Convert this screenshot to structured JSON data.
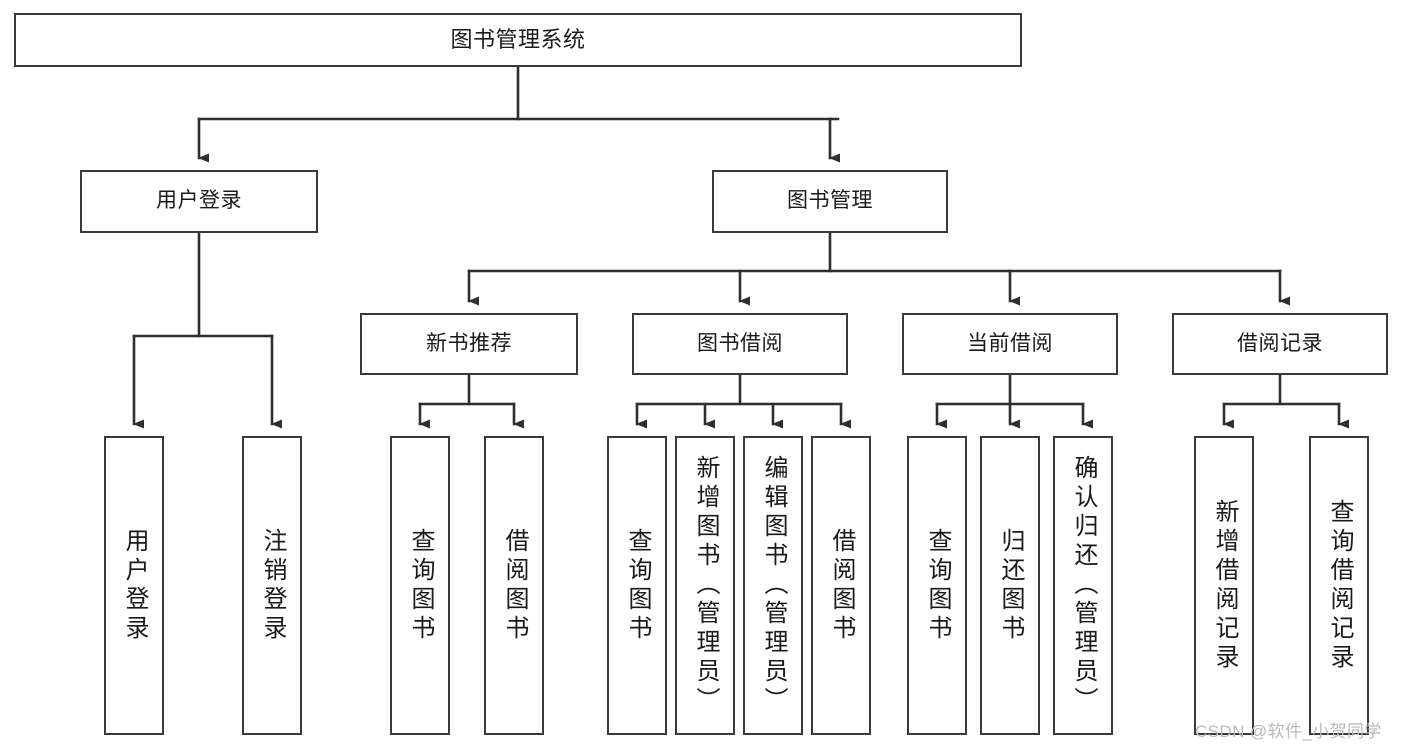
{
  "diagram": {
    "title_node": {
      "label": "图书管理系统"
    },
    "level1": [
      {
        "label": "用户登录"
      },
      {
        "label": "图书管理"
      }
    ],
    "level2": [
      {
        "label": "新书推荐"
      },
      {
        "label": "图书借阅"
      },
      {
        "label": "当前借阅"
      },
      {
        "label": "借阅记录"
      }
    ],
    "leaves": {
      "user_login": [
        {
          "label": "用户登录"
        },
        {
          "label": "注销登录"
        }
      ],
      "new_book_recommend": [
        {
          "label": "查询图书"
        },
        {
          "label": "借阅图书"
        }
      ],
      "book_borrow": [
        {
          "label": "查询图书"
        },
        {
          "label": "新增图书（管理员）"
        },
        {
          "label": "编辑图书（管理员）"
        },
        {
          "label": "借阅图书"
        }
      ],
      "current_borrow": [
        {
          "label": "查询图书"
        },
        {
          "label": "归还图书"
        },
        {
          "label": "确认归还（管理员）"
        }
      ],
      "borrow_record": [
        {
          "label": "新增借阅记录"
        },
        {
          "label": "查询借阅记录"
        }
      ]
    },
    "watermark": "CSDN @软件_小贺同学",
    "colors": {
      "box_border": "#3a3a3a",
      "connector": "#2f2f2f",
      "text": "#1a1a1a",
      "background": "#ffffff",
      "watermark": "#b9b9b9"
    }
  }
}
